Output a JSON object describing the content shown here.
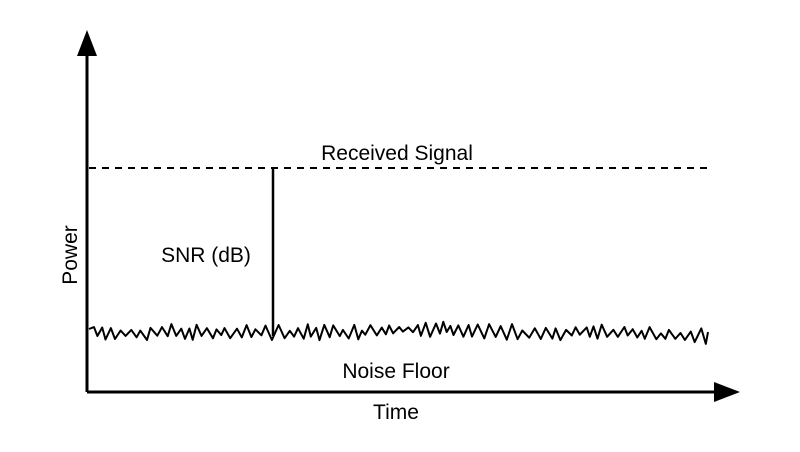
{
  "diagram": {
    "labels": {
      "received_signal": "Received Signal",
      "snr": "SNR (dB)",
      "noise_floor": "Noise Floor",
      "x_axis": "Time",
      "y_axis": "Power"
    },
    "colors": {
      "background": "#ffffff",
      "ink": "#000000"
    }
  }
}
